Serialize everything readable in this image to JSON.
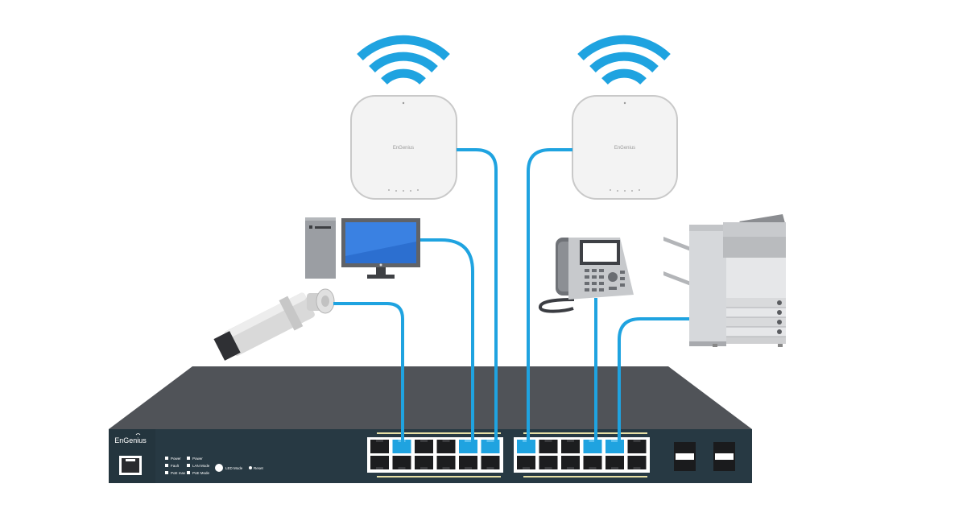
{
  "brand": {
    "switch_logo": "EnGenius",
    "ap_logo": "EnGenius"
  },
  "switch_panel": {
    "leds_col1": [
      "Power",
      "Fault",
      "PoE max"
    ],
    "leds_col2": [
      "Power",
      "LAN Mode",
      "PoE Mode"
    ],
    "led_mode_label": "LED Mode",
    "reset_label": "Reset",
    "console_icon": "rj45-console-port-icon"
  },
  "devices": {
    "access_points": [
      "wireless-access-point-icon",
      "wireless-access-point-icon"
    ],
    "wifi_icon": "wifi-signal-icon",
    "computer": "desktop-computer-icon",
    "camera": "ip-camera-icon",
    "phone": "ip-phone-icon",
    "printer": "multifunction-printer-icon"
  },
  "colors": {
    "cable": "#1fa3e0",
    "wifi": "#1fa3e0",
    "switch_top": "#505358",
    "switch_front": "#273943",
    "port_dark": "#1c1d1f",
    "port_active": "#1fa3e0",
    "port_strip": "#e7e0a6"
  },
  "ports": {
    "group1_active_top": [
      2,
      5,
      6
    ],
    "group2_active_top": [
      1,
      4,
      5
    ]
  }
}
